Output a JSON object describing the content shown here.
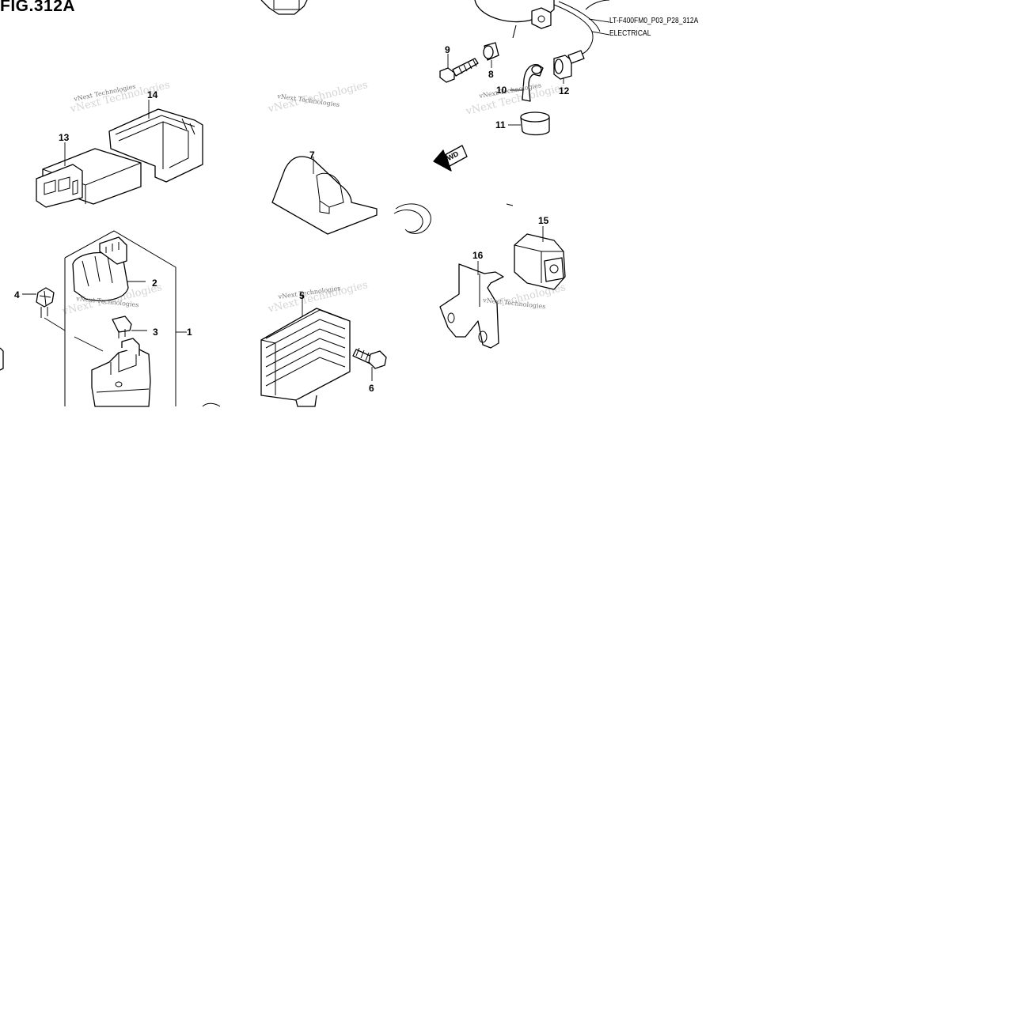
{
  "figure": {
    "title": "FIG.312A",
    "code": "LT-F400FM0_P03_P28_312A",
    "section": "ELECTRICAL"
  },
  "watermark": "vNext Technologies",
  "direction_label": "FWD",
  "callouts": {
    "c1": "1",
    "c2": "2",
    "c3": "3",
    "c4": "4",
    "c5": "5",
    "c6": "6",
    "c7": "7",
    "c8": "8",
    "c9": "9",
    "c10": "10",
    "c11": "11",
    "c12": "12",
    "c13": "13",
    "c14": "14",
    "c15": "15",
    "c16": "16"
  }
}
